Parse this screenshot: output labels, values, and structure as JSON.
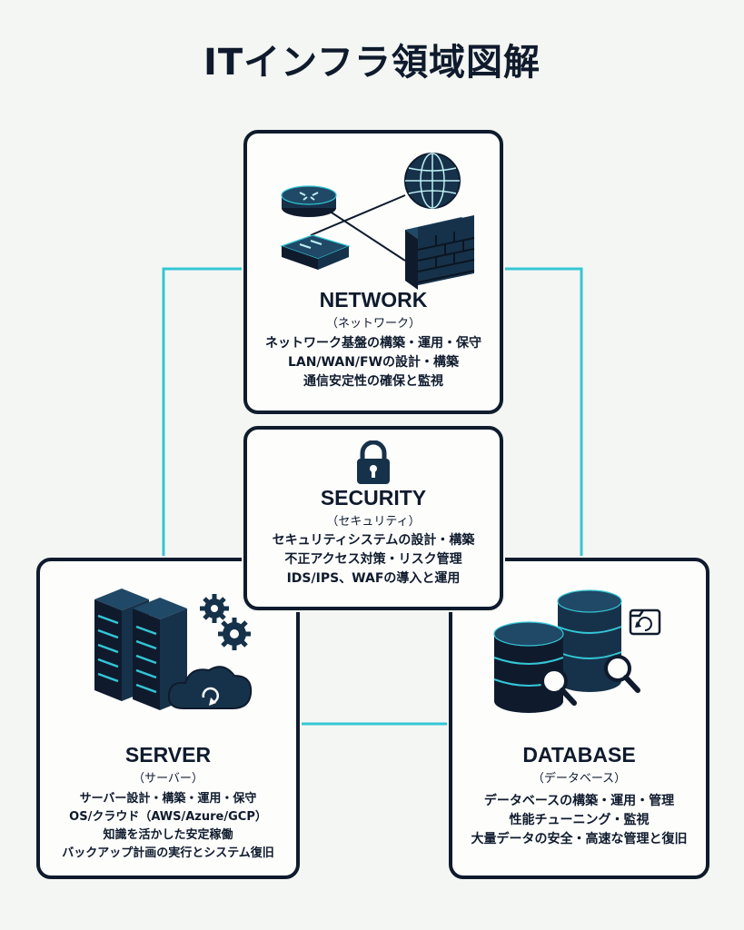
{
  "title": "ITインフラ領域図解",
  "colors": {
    "accent": "#34c6d6",
    "ink": "#0f1b2d",
    "icon_fill": "#16324a",
    "background": "#f4f6f3"
  },
  "network": {
    "title": "NETWORK",
    "subtitle": "（ネットワーク）",
    "lines": [
      "ネットワーク基盤の構築・運用・保守",
      "LAN/WAN/FWの設計・構築",
      "通信安定性の確保と監視"
    ],
    "icons": [
      "router-icon",
      "switch-icon",
      "globe-icon",
      "firewall-icon"
    ]
  },
  "security": {
    "title": "SECURITY",
    "subtitle": "（セキュリティ）",
    "lines": [
      "セキュリティシステムの設計・構築",
      "不正アクセス対策・リスク管理",
      "IDS/IPS、WAFの導入と運用"
    ],
    "icons": [
      "padlock-icon"
    ]
  },
  "server": {
    "title": "SERVER",
    "subtitle": "（サーバー）",
    "lines": [
      "サーバー設計・構築・運用・保守",
      "OS/クラウド（AWS/Azure/GCP）",
      "知識を活かした安定稼働",
      "バックアップ計画の実行とシステム復旧"
    ],
    "icons": [
      "server-rack-icon",
      "gear-icon",
      "cloud-upload-icon"
    ]
  },
  "database": {
    "title": "DATABASE",
    "subtitle": "（データベース）",
    "lines": [
      "データベースの構築・運用・管理",
      "性能チューニング・監視",
      "大量データの安全・高速な管理と復旧"
    ],
    "icons": [
      "database-icon",
      "magnifier-icon",
      "backup-restore-icon"
    ]
  }
}
